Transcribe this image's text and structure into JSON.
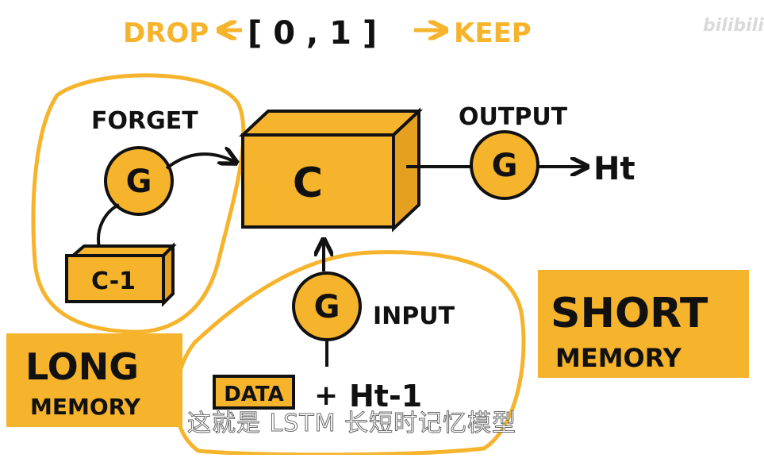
{
  "header": {
    "drop": "DROP",
    "range": "[ 0 , 1 ]",
    "keep": "KEEP"
  },
  "watermark": {
    "text": "",
    "logo": "bilibili"
  },
  "labels": {
    "forget": "FORGET",
    "output": "OUTPUT",
    "input": "INPUT",
    "cell": "C",
    "prev_cell": "C-1",
    "gate": "G",
    "ht": "Ht",
    "data": "DATA",
    "plus": "+",
    "ht_prev": "Ht-1"
  },
  "boxes": {
    "long_title": "LONG",
    "long_sub": "MEMORY",
    "short_title": "SHORT",
    "short_sub": "MEMORY"
  },
  "caption": "这就是 LSTM 长短时记忆模型",
  "colors": {
    "orange": "#f6b32c",
    "ink": "#111111",
    "background": "#ffffff"
  }
}
